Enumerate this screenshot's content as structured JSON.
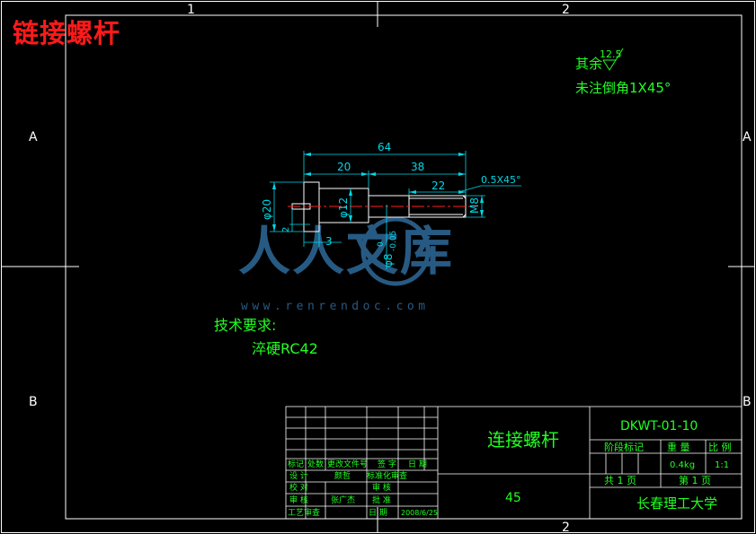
{
  "header_title": "链接螺杆",
  "frame": {
    "zone_top_1": "1",
    "zone_top_2": "2",
    "zone_bottom_2": "2",
    "zone_left_a": "A",
    "zone_left_b": "B",
    "zone_right_a": "A",
    "zone_right_b": "B"
  },
  "notes": {
    "roughness_prefix": "其余",
    "roughness_value": "12.5",
    "chamfer_note": "未注倒角1X45°",
    "tech_heading": "技术要求:",
    "tech_item": "淬硬RC42"
  },
  "dimensions": {
    "overall_length": "64",
    "head_length": "20",
    "shaft_length": "38",
    "thread_length": "22",
    "chamfer": "0.5X45°",
    "head_diameter": "φ20",
    "neck_diameter": "φ12",
    "thread": "M8",
    "slot_depth": "2",
    "shoulder": "3",
    "bore_diameter": "φ8",
    "bore_tol_upper": "0",
    "bore_tol_lower": "-0.05"
  },
  "watermark": {
    "text": "人人文库",
    "url": "www.renrendoc.com"
  },
  "title_block": {
    "part_name": "连接螺杆",
    "material": "45",
    "drawing_no": "DKWT-01-10",
    "stage_mark": "阶段标记",
    "weight_label": "重 量",
    "scale_label": "比 例",
    "weight_value": "0.4kg",
    "scale_value": "1:1",
    "sheets_total": "共 1 页",
    "sheet_no": "第 1 页",
    "school": "长春理工大学",
    "rev_headers": [
      "标记",
      "处数",
      "更改文件号",
      "签 字",
      "日 期"
    ],
    "design": "设 计",
    "design_name": "颜哲",
    "standardize": "标准化审查",
    "check": "校 对",
    "review": "审 核",
    "examine": "审 核",
    "examine_name": "张广杰",
    "approve": "批 准",
    "process": "工艺审查",
    "date_label": "日 期",
    "date_value": "2008/6/25"
  },
  "colors": {
    "frame": "#ffffff",
    "dim": "#00d8e8",
    "note": "#22ff22",
    "centerline": "#ff2020",
    "title": "#ff1a1a",
    "watermark": "#2e6a9a"
  }
}
